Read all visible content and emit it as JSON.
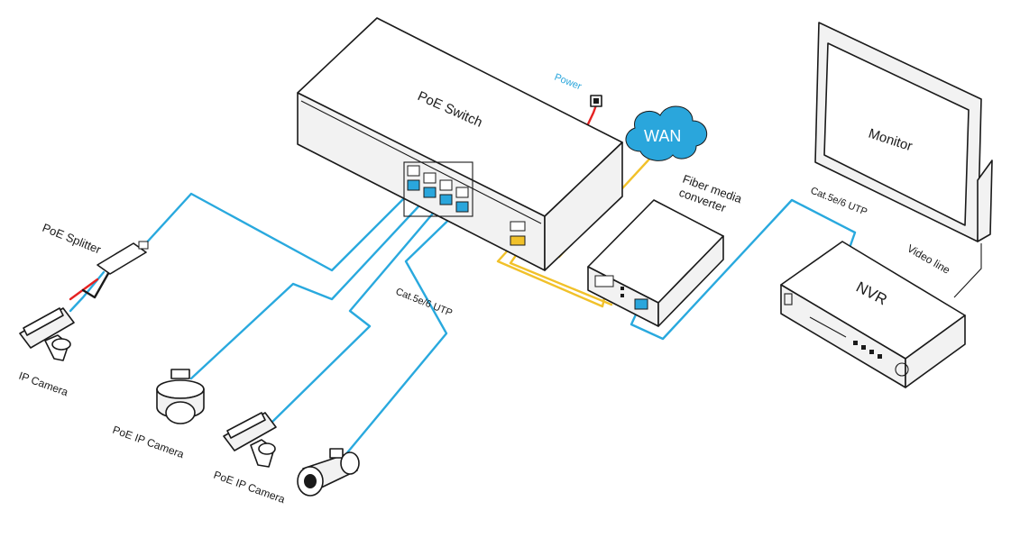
{
  "labels": {
    "switch": "PoE  Switch",
    "power": "Power",
    "wan": "WAN",
    "monitor": "Monitor",
    "fiber_line1": "Fiber media",
    "fiber_line2": "converter",
    "cat_upper": "Cat.5e/6 UTP",
    "cat_lower": "Cat.5e/6 UTP",
    "video_line": "Video line",
    "nvr": "NVR",
    "poe_splitter": "PoE Splitter",
    "ip_camera": "IP Camera",
    "poe_ip_camera_dome": "PoE IP Camera",
    "poe_ip_camera_box": "PoE IP Camera"
  },
  "colors": {
    "utp_cable": "#29a9de",
    "fiber_cable": "#f1c12a",
    "power_cable": "#e52222",
    "wan_cloud": "#2aa6dc",
    "outline": "#1a1a1a"
  },
  "icons": [
    "poe-switch-icon",
    "power-adapter-icon",
    "wan-cloud-icon",
    "monitor-icon",
    "fiber-media-converter-icon",
    "nvr-icon",
    "poe-splitter-icon",
    "ip-camera-icon",
    "dome-camera-icon",
    "box-camera-icon",
    "bullet-camera-icon"
  ]
}
